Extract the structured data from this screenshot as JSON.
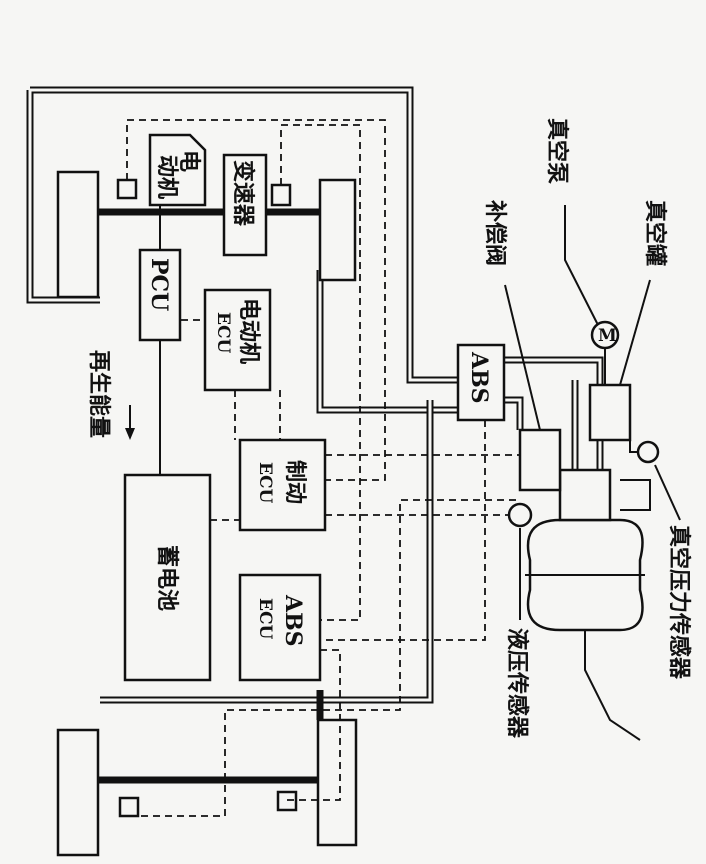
{
  "labels": {
    "vacuum_pump": "真空泵",
    "vacuum_tank": "真空罐",
    "compensation_valve": "补偿阀",
    "vacuum_pressure_sensor": "真空压力传感器",
    "hydraulic_pressure_sensor": "液压传感器",
    "abs": "ABS",
    "motor_1": "电",
    "motor_2": "动机",
    "transmission": "变速器",
    "pcu": "PCU",
    "motor_ecu_1": "电动机",
    "motor_ecu_2": "ECU",
    "brake_ecu_1": "制动",
    "brake_ecu_2": "ECU",
    "battery": "蓄电池",
    "abs_ecu_1": "ABS",
    "abs_ecu_2": "ECU",
    "regen_energy": "再生能量",
    "motor_symbol": "M"
  }
}
